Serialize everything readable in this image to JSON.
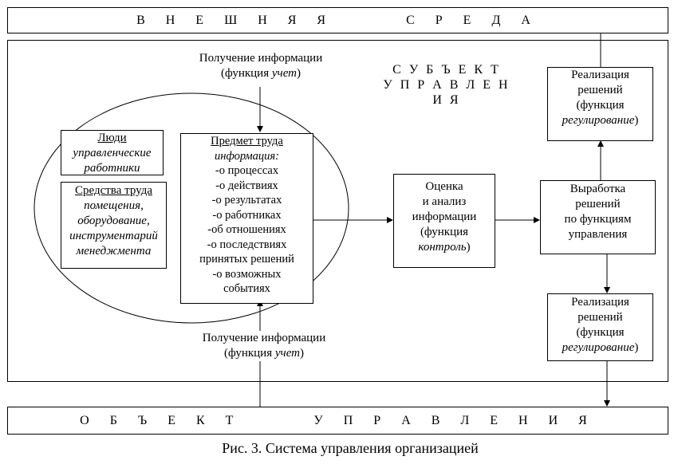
{
  "env": {
    "label": "В Н Е Ш Н Я Я      С Р Е Д А"
  },
  "object": {
    "label": "О Б Ъ Е К Т      У П Р А В Л Е Н И Я"
  },
  "subject": {
    "line1": "С У Б Ъ Е К Т",
    "line2": "У П Р А В Л Е Н И Я"
  },
  "info_top": {
    "line1": "Получение информации",
    "line2_prefix": "(функция ",
    "line2_italic": "учет",
    "line2_suffix": ")"
  },
  "info_bottom": {
    "line1": "Получение информации",
    "line2_prefix": "(функция ",
    "line2_italic": "учет",
    "line2_suffix": ")"
  },
  "people": {
    "title": "Люди",
    "lines": [
      "управленческие",
      "работники"
    ]
  },
  "tools": {
    "title": "Средства труда",
    "lines": [
      "помещения,",
      "оборудование,",
      "инструментарий",
      "менеджмента"
    ]
  },
  "subject_of_labor": {
    "title": "Предмет  труда",
    "subtitle": "информация:",
    "items": [
      "-о процессах",
      "-о действиях",
      "-о результатах",
      "-о работниках",
      "-об отношениях",
      "-о последствиях",
      "принятых решений",
      "-о возможных",
      "событиях"
    ]
  },
  "evaluation": {
    "lines": [
      "Оценка",
      "и анализ",
      "информации",
      "(функция"
    ],
    "italic": "контроль",
    "suffix": ")"
  },
  "development": {
    "lines": [
      "Выработка",
      "решений",
      "по функциям",
      "управления"
    ]
  },
  "realization_top": {
    "lines": [
      "Реализация",
      "решений",
      "(функция"
    ],
    "italic": "регулирование",
    "suffix": ")"
  },
  "realization_bottom": {
    "lines": [
      "Реализация",
      "решений",
      "(функция"
    ],
    "italic": "регулирование",
    "suffix": ")"
  },
  "caption": "Рис. 3. Система управления организацией"
}
